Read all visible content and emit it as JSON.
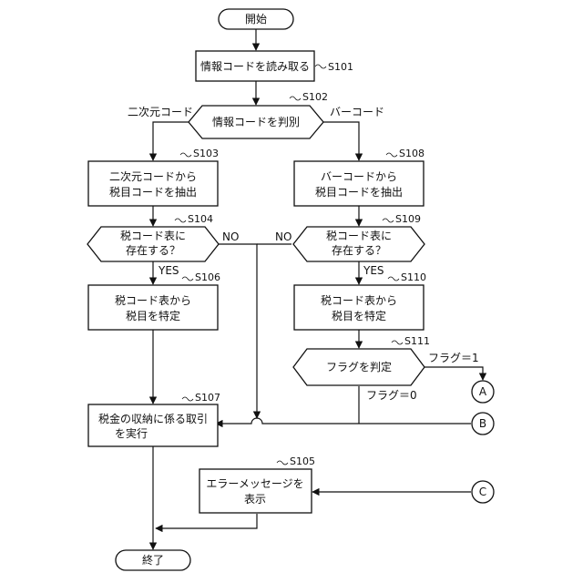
{
  "nodes": {
    "start": {
      "line1": "開始"
    },
    "s101": {
      "line1": "情報コードを読み取る",
      "step": "S101"
    },
    "s102": {
      "line1": "情報コードを判別",
      "step": "S102"
    },
    "s103": {
      "line1": "二次元コードから",
      "line2": "税目コードを抽出",
      "step": "S103"
    },
    "s108": {
      "line1": "バーコードから",
      "line2": "税目コードを抽出",
      "step": "S108"
    },
    "s104": {
      "line1": "税コード表に",
      "line2": "存在する？",
      "step": "S104"
    },
    "s109": {
      "line1": "税コード表に",
      "line2": "存在する？",
      "step": "S109"
    },
    "s106": {
      "line1": "税コード表から",
      "line2": "税目を特定",
      "step": "S106"
    },
    "s110": {
      "line1": "税コード表から",
      "line2": "税目を特定",
      "step": "S110"
    },
    "s111": {
      "line1": "フラグを判定",
      "step": "S111"
    },
    "s107": {
      "line1": "税金の収納に係る取引",
      "line2": "を実行",
      "step": "S107"
    },
    "s105": {
      "line1": "エラーメッセージを",
      "line2": "表示",
      "step": "S105"
    },
    "end": {
      "line1": "終了"
    }
  },
  "edge_labels": {
    "two_d": "二次元コード",
    "barcode": "バーコード",
    "no_left": "NO",
    "no_right": "NO",
    "yes_left": "YES",
    "yes_right": "YES",
    "flag1": "フラグ＝1",
    "flag0": "フラグ＝0"
  },
  "connectors": {
    "a": "A",
    "b": "B",
    "c": "C"
  }
}
